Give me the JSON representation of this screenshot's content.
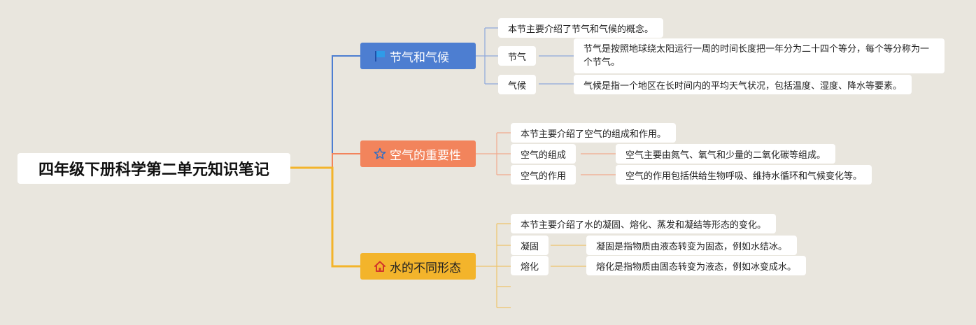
{
  "root": {
    "title": "四年级下册科学第二单元知识笔记"
  },
  "colors": {
    "background": "#e9e6de",
    "topic1": "#4d7ed1",
    "topic2": "#f2845c",
    "topic3": "#f3b42b"
  },
  "topics": [
    {
      "label": "节气和气候",
      "icon": "flag-icon",
      "summary": "本节主要介绍了节气和气候的概念。",
      "items": [
        {
          "label": "节气",
          "detail": "节气是按照地球绕太阳运行一周的时间长度把一年分为二十四个等分，每个等分称为一个节气。"
        },
        {
          "label": "气候",
          "detail": "气候是指一个地区在长时间内的平均天气状况，包括温度、湿度、降水等要素。"
        }
      ]
    },
    {
      "label": "空气的重要性",
      "icon": "star-icon",
      "summary": "本节主要介绍了空气的组成和作用。",
      "items": [
        {
          "label": "空气的组成",
          "detail": "空气主要由氮气、氧气和少量的二氧化碳等组成。"
        },
        {
          "label": "空气的作用",
          "detail": "空气的作用包括供给生物呼吸、维持水循环和气候变化等。"
        }
      ]
    },
    {
      "label": "水的不同形态",
      "icon": "home-icon",
      "summary": "本节主要介绍了水的凝固、熔化、蒸发和凝结等形态的变化。",
      "items": [
        {
          "label": "凝固",
          "detail": "凝固是指物质由液态转变为固态，例如水结冰。"
        },
        {
          "label": "熔化",
          "detail": "熔化是指物质由固态转变为液态，例如冰变成水。"
        }
      ]
    }
  ]
}
